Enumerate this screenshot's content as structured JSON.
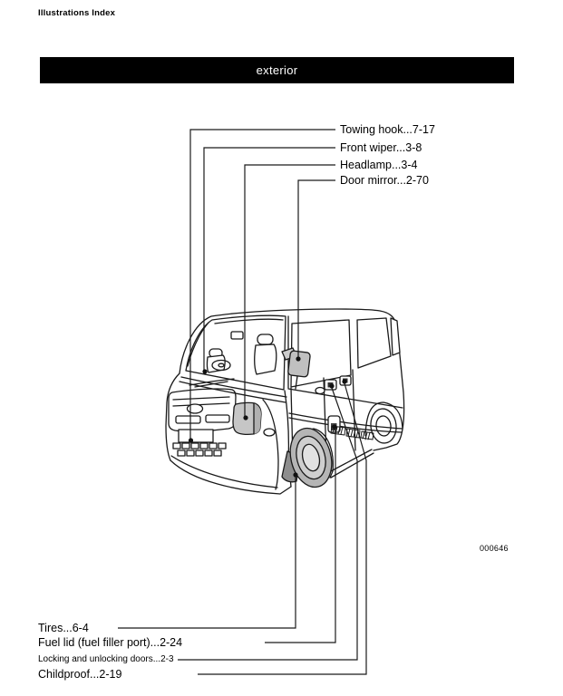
{
  "header": {
    "title": "Illustrations Index"
  },
  "section_bar": {
    "title": "exterior"
  },
  "figure": {
    "code": "000646"
  },
  "callouts": {
    "top": [
      {
        "part": "Towing hook",
        "page_ref": "7-17",
        "label": "Towing hook...7-17"
      },
      {
        "part": "Front wiper",
        "page_ref": "3-8",
        "label": "Front wiper...3-8"
      },
      {
        "part": "Headlamp",
        "page_ref": "3-4",
        "label": "Headlamp...3-4"
      },
      {
        "part": "Door mirror",
        "page_ref": "2-70",
        "label": "Door mirror...2-70"
      }
    ],
    "bottom": [
      {
        "part": "Tires",
        "page_ref": "6-4",
        "label": "Tires...6-4"
      },
      {
        "part": "Fuel lid (fuel filler port)",
        "page_ref": "2-24",
        "label": "Fuel lid (fuel filler port)...2-24"
      },
      {
        "part": "Locking and unlocking doors",
        "page_ref": "2-3",
        "label": "Locking and unlocking doors...2-3"
      },
      {
        "part": "Childproof",
        "page_ref": "2-19",
        "label": "Childproof...2-19"
      }
    ]
  },
  "colors": {
    "bar_background": "#000000",
    "bar_text": "#ffffff",
    "line_art": "#1a1a1a",
    "shade_gray": "#c0c0c0"
  }
}
